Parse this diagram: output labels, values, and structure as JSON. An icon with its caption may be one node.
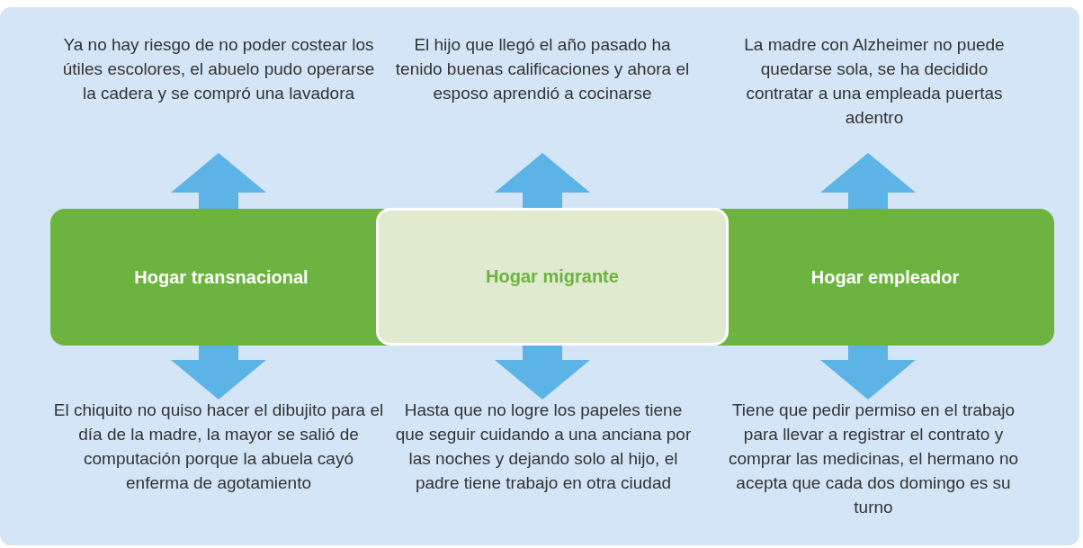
{
  "diagram": {
    "nodes": [
      {
        "text": [
          "Hogar transnacional"
        ]
      },
      {
        "text": [
          "Hogar migrante"
        ]
      },
      {
        "text": [
          "Hogar empleador"
        ]
      },
      {
        "text": [
          "Ya no hay riesgo de no poder costear los útiles escolores, el abuelo pudo operarse la cadera y se compró una lavadora"
        ]
      },
      {
        "text": [
          "El hijo que llegó el año pasado ha tenido buenas calificaciones y ahora el esposo aprendió a cocinarse"
        ]
      },
      {
        "text": [
          "La madre con Alzheimer no puede quedarse sola, se ha decidido contratar a una empleada puertas adentro"
        ]
      },
      {
        "text": [
          "El chiquito no quiso hacer el dibujito para el día de la madre, la mayor se salió de computación porque la abuela cayó enferma de agotamiento"
        ]
      },
      {
        "text": [
          "Hasta que no logre los papeles tiene que seguir cuidando a una anciana por las noches y dejando solo al hijo, el padre tiene trabajo en otra ciudad"
        ]
      },
      {
        "text": [
          "Tiene que pedir permiso en el trabajo para llevar a registrar el contrato y comprar las medicinas, el hermano no acepta que cada dos domingo es su turno"
        ]
      }
    ],
    "edges": [
      {
        "from": 0,
        "to": 3,
        "arrow": "to"
      },
      {
        "from": 1,
        "to": 4,
        "arrow": "to"
      },
      {
        "from": 2,
        "to": 5,
        "arrow": "to"
      },
      {
        "from": 0,
        "to": 6,
        "arrow": "to"
      },
      {
        "from": 1,
        "to": 7,
        "arrow": "to"
      },
      {
        "from": 2,
        "to": 8,
        "arrow": "to"
      }
    ]
  }
}
